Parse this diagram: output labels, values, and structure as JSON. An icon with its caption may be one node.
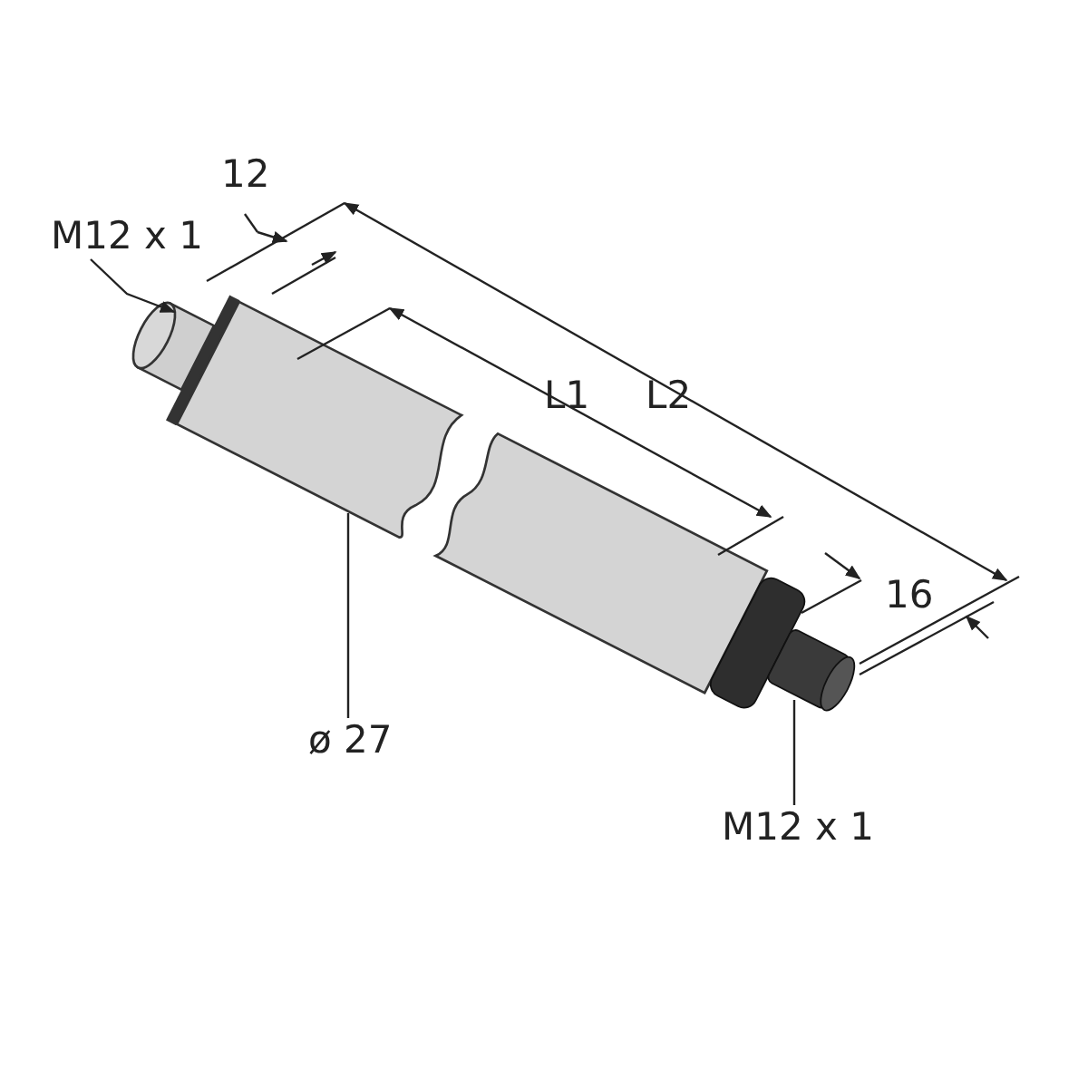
{
  "diagram": {
    "nodes": [
      {
        "text": [
          "M12 x 1"
        ]
      },
      {
        "text": [],
        "shape": "cylinder"
      },
      {
        "text": [
          "ø 27"
        ]
      },
      {
        "text": [],
        "shape": "cylinder"
      },
      {
        "text": [
          "M12 x 1"
        ]
      },
      {
        "text": [],
        "shape": "cylinder"
      }
    ],
    "edges": [
      {
        "from": 0,
        "to": 1,
        "arrow": "to"
      },
      {
        "from": 2,
        "to": 3,
        "arrow": "none"
      },
      {
        "from": 4,
        "to": 5,
        "arrow": "none"
      }
    ],
    "labels": [
      "12",
      "L1",
      "L2",
      "16"
    ]
  }
}
